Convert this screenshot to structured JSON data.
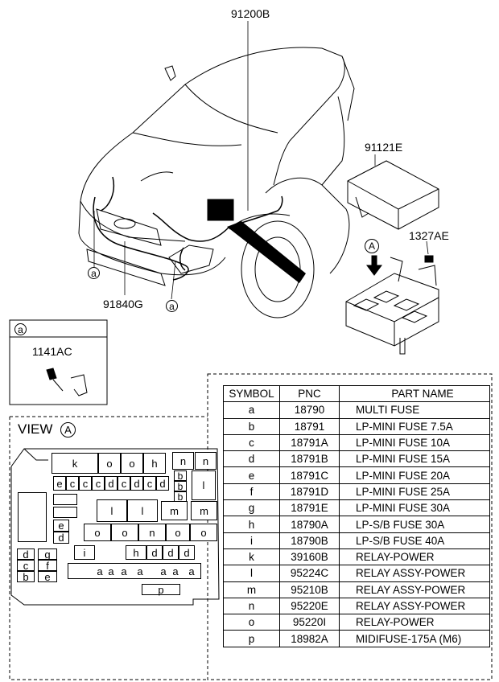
{
  "labels": {
    "harness_top": "91200B",
    "junction_box": "91121E",
    "nut": "1327AE",
    "harness_front": "91840G",
    "view_marker": "A",
    "callout_a": "a",
    "detail_tag": "a",
    "clip_part": "1141AC",
    "view_title": "VIEW",
    "view_circle": "A"
  },
  "table": {
    "headers": [
      "SYMBOL",
      "PNC",
      "PART NAME"
    ],
    "rows": [
      {
        "symbol": "a",
        "pnc": "18790",
        "name": "MULTI FUSE"
      },
      {
        "symbol": "b",
        "pnc": "18791",
        "name": "LP-MINI FUSE 7.5A"
      },
      {
        "symbol": "c",
        "pnc": "18791A",
        "name": "LP-MINI FUSE 10A"
      },
      {
        "symbol": "d",
        "pnc": "18791B",
        "name": "LP-MINI FUSE 15A"
      },
      {
        "symbol": "e",
        "pnc": "18791C",
        "name": "LP-MINI FUSE 20A"
      },
      {
        "symbol": "f",
        "pnc": "18791D",
        "name": "LP-MINI FUSE 25A"
      },
      {
        "symbol": "g",
        "pnc": "18791E",
        "name": "LP-MINI FUSE 30A"
      },
      {
        "symbol": "h",
        "pnc": "18790A",
        "name": "LP-S/B FUSE 30A"
      },
      {
        "symbol": "i",
        "pnc": "18790B",
        "name": "LP-S/B FUSE 40A"
      },
      {
        "symbol": "k",
        "pnc": "39160B",
        "name": "RELAY-POWER"
      },
      {
        "symbol": "l",
        "pnc": "95224C",
        "name": "RELAY ASSY-POWER"
      },
      {
        "symbol": "m",
        "pnc": "95210B",
        "name": "RELAY ASSY-POWER"
      },
      {
        "symbol": "n",
        "pnc": "95220E",
        "name": "RELAY ASSY-POWER"
      },
      {
        "symbol": "o",
        "pnc": "95220I",
        "name": "RELAY-POWER"
      },
      {
        "symbol": "p",
        "pnc": "18982A",
        "name": "MIDIFUSE-175A (M6)"
      }
    ]
  },
  "fuse_layout": {
    "top_row": [
      "k",
      "o",
      "o",
      "h",
      "n",
      "n"
    ],
    "c_row": [
      "e",
      "c",
      "c",
      "c",
      "d",
      "c",
      "d",
      "c",
      "d"
    ],
    "b_col": [
      "b",
      "b",
      "b"
    ],
    "l_right": "l",
    "relay_row": [
      "l",
      "l",
      "m",
      "m"
    ],
    "o_row": [
      "o",
      "o",
      "n",
      "o",
      "o"
    ],
    "ed": [
      "e",
      "d"
    ],
    "left_grid": [
      "d",
      "g",
      "c",
      "f",
      "b",
      "e"
    ],
    "i_row": [
      "i",
      "h",
      "d",
      "d",
      "d"
    ],
    "a_row": [
      "a",
      "a",
      "a",
      "a",
      "a",
      "a",
      "a"
    ],
    "p": "p"
  }
}
